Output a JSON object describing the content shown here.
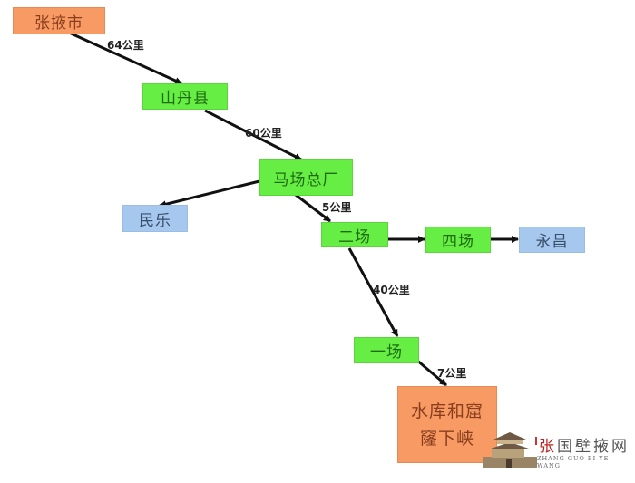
{
  "diagram": {
    "type": "flow-route-map",
    "nodes": [
      {
        "id": "zhangye",
        "label": "张掖市",
        "color": "orange"
      },
      {
        "id": "shandan",
        "label": "山丹县",
        "color": "green"
      },
      {
        "id": "machang",
        "label": "马场总厂",
        "color": "green"
      },
      {
        "id": "minle",
        "label": "民乐",
        "color": "blue"
      },
      {
        "id": "erchang",
        "label": "二场",
        "color": "green"
      },
      {
        "id": "sichang",
        "label": "四场",
        "color": "green"
      },
      {
        "id": "yongchang",
        "label": "永昌",
        "color": "blue"
      },
      {
        "id": "yichang",
        "label": "一场",
        "color": "green"
      },
      {
        "id": "destination",
        "label_line1": "水库和窟",
        "label_line2": "窿下峡",
        "color": "orange"
      }
    ],
    "edges": [
      {
        "from": "zhangye",
        "to": "shandan",
        "label": "64公里"
      },
      {
        "from": "shandan",
        "to": "machang",
        "label": "60公里"
      },
      {
        "from": "machang",
        "to": "minle",
        "label": ""
      },
      {
        "from": "machang",
        "to": "erchang",
        "label": "5公里"
      },
      {
        "from": "erchang",
        "to": "sichang",
        "label": ""
      },
      {
        "from": "sichang",
        "to": "yongchang",
        "label": ""
      },
      {
        "from": "erchang",
        "to": "yichang",
        "label": "40公里"
      },
      {
        "from": "yichang",
        "to": "destination",
        "label": "7公里"
      }
    ],
    "colors": {
      "orange": "#f79a63",
      "green": "#66ee44",
      "blue": "#a6c8ee",
      "arrow": "#111111"
    }
  },
  "watermark": {
    "title_first": "张",
    "title_rest": "国壁掖网",
    "subtitle": "ZHANG GUO BI YE WANG"
  }
}
